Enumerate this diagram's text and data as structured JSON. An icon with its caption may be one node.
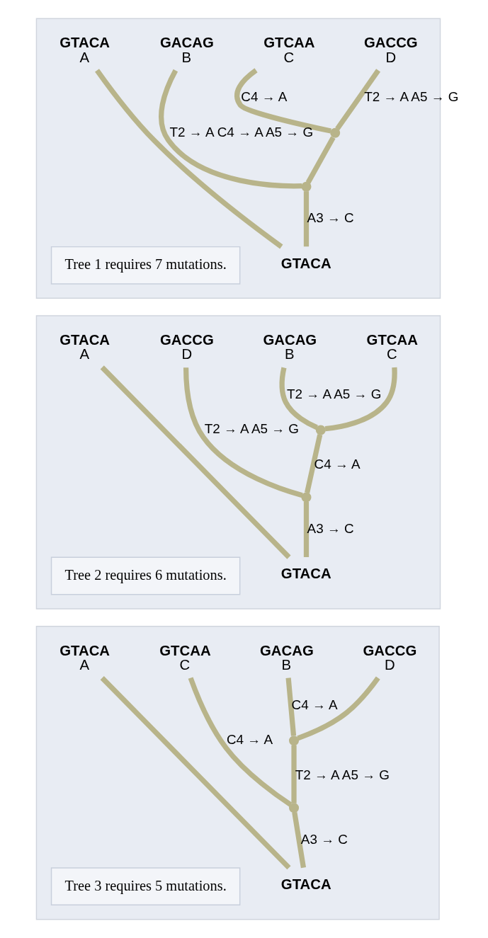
{
  "diagram": {
    "nodes": [
      {
        "text": [],
        "shape": "box"
      },
      {
        "text": [
          "GTACA",
          "A"
        ],
        "in": 0
      },
      {
        "text": [
          "GACAG",
          "B"
        ],
        "in": 0
      },
      {
        "text": [
          "GTCAA",
          "C"
        ],
        "in": 0
      },
      {
        "text": [
          "GACCG",
          "D"
        ],
        "in": 0
      },
      {
        "text": [],
        "shape": "point",
        "in": 0
      },
      {
        "text": [],
        "shape": "point",
        "in": 0
      },
      {
        "text": [
          "GTACA"
        ],
        "in": 0
      },
      {
        "text": [
          "Tree 1 requires 7 mutations."
        ],
        "in": 0
      },
      {
        "text": [],
        "shape": "box"
      },
      {
        "text": [
          "GTACA",
          "A"
        ],
        "in": 9
      },
      {
        "text": [
          "GACCG",
          "D"
        ],
        "in": 9
      },
      {
        "text": [
          "GACAG",
          "B"
        ],
        "in": 9
      },
      {
        "text": [
          "GTCAA",
          "C"
        ],
        "in": 9
      },
      {
        "text": [],
        "shape": "point",
        "in": 9
      },
      {
        "text": [],
        "shape": "point",
        "in": 9
      },
      {
        "text": [
          "GTACA"
        ],
        "in": 9
      },
      {
        "text": [
          "Tree 2 requires 6 mutations."
        ],
        "in": 9
      },
      {
        "text": [],
        "shape": "box"
      },
      {
        "text": [
          "GTACA",
          "A"
        ],
        "in": 18
      },
      {
        "text": [
          "GTCAA",
          "C"
        ],
        "in": 18
      },
      {
        "text": [
          "GACAG",
          "B"
        ],
        "in": 18
      },
      {
        "text": [
          "GACCG",
          "D"
        ],
        "in": 18
      },
      {
        "text": [],
        "shape": "point",
        "in": 18
      },
      {
        "text": [],
        "shape": "point",
        "in": 18
      },
      {
        "text": [
          "GTACA"
        ],
        "in": 18
      },
      {
        "text": [
          "Tree 3 requires 5 mutations."
        ],
        "in": 18
      }
    ],
    "edges": [
      {
        "from": 7,
        "to": 1,
        "arrow": "none"
      },
      {
        "from": 7,
        "to": 6,
        "arrow": "none",
        "label": "A3 → C"
      },
      {
        "from": 6,
        "to": 2,
        "arrow": "none",
        "label": "T2 → A C4 → A A5 → G"
      },
      {
        "from": 6,
        "to": 5,
        "arrow": "none"
      },
      {
        "from": 5,
        "to": 3,
        "arrow": "none",
        "label": "C4 → A"
      },
      {
        "from": 5,
        "to": 4,
        "arrow": "none",
        "label": "T2 → A A5 → G"
      },
      {
        "from": 16,
        "to": 10,
        "arrow": "none"
      },
      {
        "from": 16,
        "to": 15,
        "arrow": "none",
        "label": "A3 → C"
      },
      {
        "from": 15,
        "to": 11,
        "arrow": "none",
        "label": "T2 → A A5 → G"
      },
      {
        "from": 15,
        "to": 14,
        "arrow": "none",
        "label": "C4 → A"
      },
      {
        "from": 14,
        "to": 12,
        "arrow": "none",
        "label": "T2 → A A5 → G"
      },
      {
        "from": 14,
        "to": 13,
        "arrow": "none"
      },
      {
        "from": 25,
        "to": 19,
        "arrow": "none"
      },
      {
        "from": 25,
        "to": 24,
        "arrow": "none",
        "label": "A3 → C"
      },
      {
        "from": 24,
        "to": 20,
        "arrow": "none",
        "label": "C4 → A"
      },
      {
        "from": 24,
        "to": 23,
        "arrow": "none",
        "label": "T2 → A A5 → G"
      },
      {
        "from": 23,
        "to": 21,
        "arrow": "none",
        "label": "C4 → A"
      },
      {
        "from": 23,
        "to": 22,
        "arrow": "none"
      }
    ]
  }
}
